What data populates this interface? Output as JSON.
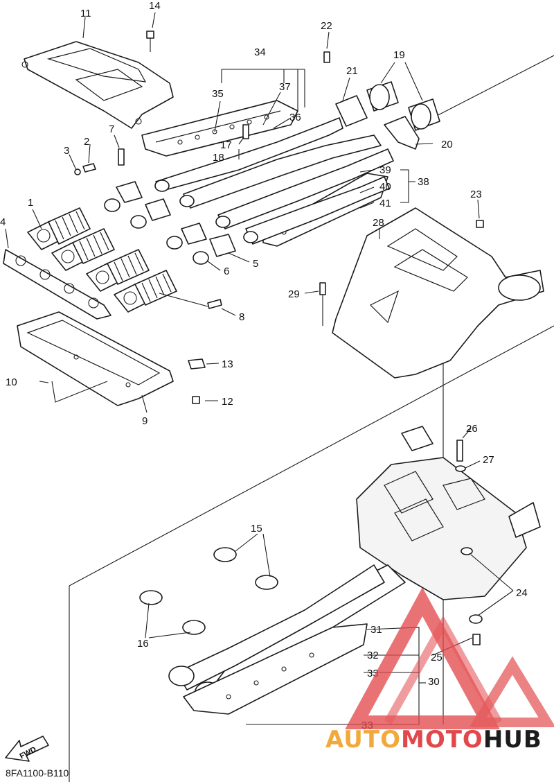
{
  "diagram": {
    "code": "8FA1100-B110",
    "fwd_label": "FWD",
    "callouts": [
      "1",
      "2",
      "3",
      "4",
      "5",
      "6",
      "7",
      "8",
      "9",
      "10",
      "11",
      "12",
      "13",
      "14",
      "15",
      "16",
      "17",
      "18",
      "19",
      "20",
      "21",
      "22",
      "23",
      "24",
      "25",
      "26",
      "27",
      "28",
      "29",
      "30",
      "31",
      "32",
      "33",
      "33",
      "34",
      "35",
      "36",
      "37",
      "38",
      "39",
      "40",
      "41"
    ]
  },
  "watermark": {
    "auto": "AUTO",
    "moto": "MOTO",
    "hub": "HUB",
    "colors": {
      "auto": "#f2a93b",
      "moto": "#e2484b",
      "hub": "#1c1c1c"
    }
  }
}
